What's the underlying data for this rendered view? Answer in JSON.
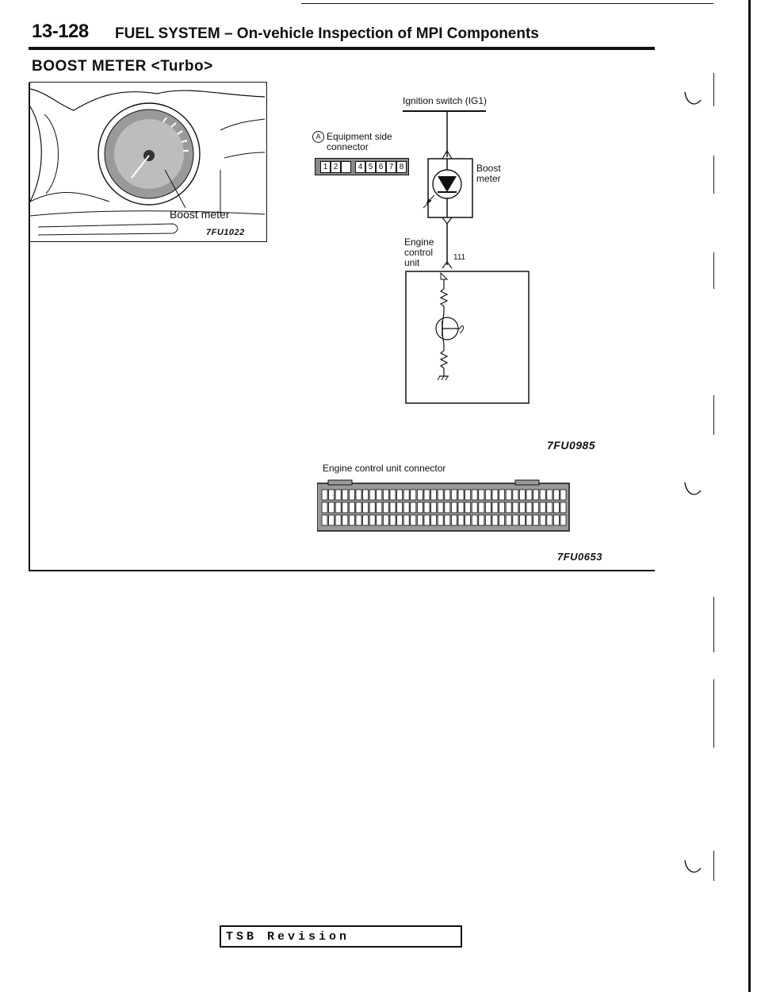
{
  "header": {
    "page_number": "13-128",
    "title": "FUEL SYSTEM – On-vehicle Inspection of MPI Components"
  },
  "section": {
    "title": "BOOST METER <Turbo>"
  },
  "photo": {
    "callout": "Boost meter",
    "figure_code": "7FU1022"
  },
  "circuit": {
    "ignition_label": "Ignition switch (IG1)",
    "connector_label": "Equipment side connector",
    "connector_marker": "A",
    "connector_pins": [
      "1",
      "2",
      "",
      "4",
      "5",
      "6",
      "7",
      "8"
    ],
    "boost_label": "Boost meter",
    "ecu_label": "Engine control unit",
    "ecu_pin": "111",
    "figure_code": "7FU0985"
  },
  "ecu_connector": {
    "label": "Engine control unit connector",
    "figure_code": "7FU0653"
  },
  "footer": {
    "tsb": "TSB Revision"
  }
}
